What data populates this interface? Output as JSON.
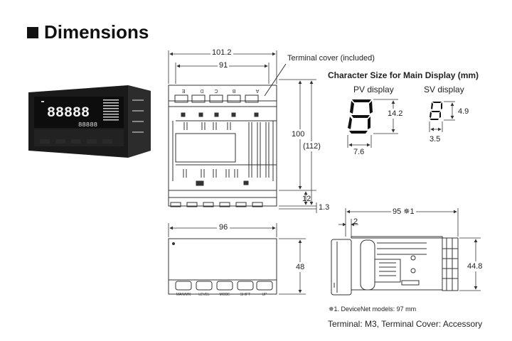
{
  "title": "Dimensions",
  "front_dims": {
    "width_overall": "101.2",
    "width_body": "91",
    "height_body": "100",
    "height_overall": "(112)",
    "bottom_a": "12",
    "bottom_b": "1.3"
  },
  "terminal_cover_label": "Terminal cover (included)",
  "terminal_letters": [
    "E",
    "D",
    "C",
    "B",
    "A"
  ],
  "panel_view": {
    "width": "96",
    "height": "48",
    "buttons": [
      "MAN/MN",
      "LEVEL",
      "MODE",
      "SHIFT",
      "UP"
    ]
  },
  "side_view": {
    "depth": "95 ✵1",
    "offset": "2",
    "height": "44.8"
  },
  "char_size": {
    "title": "Character Size for Main Display (mm)",
    "pv": {
      "label": "PV display",
      "height": "14.2",
      "width": "7.6"
    },
    "sv": {
      "label": "SV display",
      "height": "4.9",
      "width": "3.5"
    }
  },
  "footnote": "✵1. DeviceNet models: 97 mm",
  "footer": "Terminal: M3, Terminal Cover: Accessory",
  "photo": {
    "main_digits": "88888",
    "sub_digits": "88888"
  },
  "colors": {
    "line": "#333333",
    "digit": "#111111",
    "photo_bg": "#1a1a1a"
  }
}
